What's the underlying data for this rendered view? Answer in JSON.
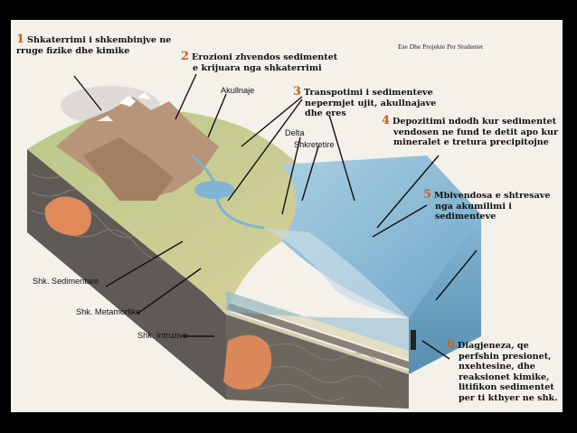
{
  "watermark": "Ese Dhe Projekte Per Studentet",
  "steps": [
    {
      "num": "1",
      "lines": [
        "Shkaterrimi i shkembinjve ne",
        "rruge fizike dhe kimike"
      ]
    },
    {
      "num": "2",
      "lines": [
        "Erozioni zhvendos sedimentet",
        "e krijuara nga shkaterrimi"
      ]
    },
    {
      "num": "3",
      "lines": [
        "Transpotimi i sedimenteve",
        "nepermjet ujit, akullnajave",
        "dhe eres"
      ]
    },
    {
      "num": "4",
      "lines": [
        "Depozitimi ndodh kur sedimentet",
        "vendosen ne fund te detit apo kur",
        "mineralet e tretura precipitojne"
      ]
    },
    {
      "num": "5",
      "lines": [
        "Mbivendosa e shtresave",
        "nga akumilimi i",
        "sedimenteve"
      ]
    },
    {
      "num": "6",
      "lines": [
        "Diagjeneza, qe",
        "perfshin presionet,",
        "nxehtesine, dhe",
        "reaksionet kimike,",
        "litifikon sedimentet",
        "per ti kthyer ne shk."
      ]
    }
  ],
  "features": {
    "glacier": "Akullnaje",
    "delta": "Delta",
    "coast": "Shkretetire",
    "sedimentary": "Shk. Sedimentare",
    "metamorphic": "Shk. Metamorfike",
    "intrusive": "Shk. Intruzive"
  },
  "colors": {
    "number": "#c8601a",
    "sea": "#8fbcd6",
    "rock": "#6b6660",
    "magma": "#e08a5a"
  }
}
